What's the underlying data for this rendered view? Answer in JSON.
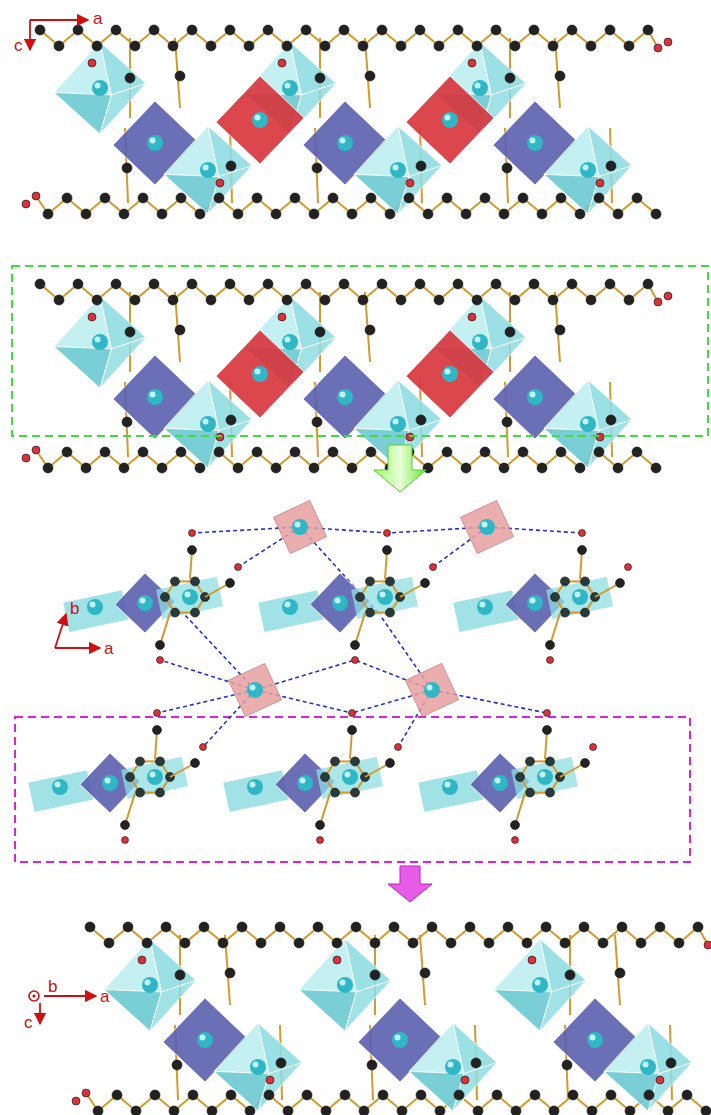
{
  "diagram": {
    "labels": [
      "a",
      "c",
      "b",
      "a",
      "b",
      "a",
      "c"
    ]
  }
}
